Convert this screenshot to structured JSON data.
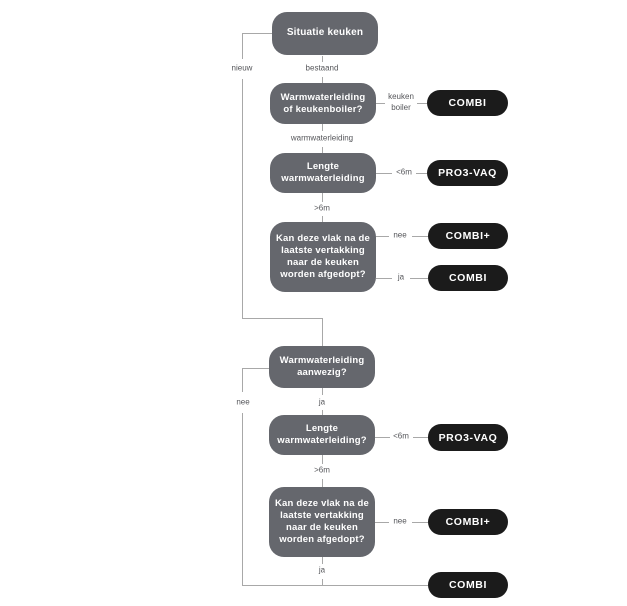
{
  "colors": {
    "node": "#65676d",
    "result": "#1b1b1b",
    "connector": "#a8a8a8",
    "edge_label": "#55565a"
  },
  "top_chart": {
    "root": "Situatie keuken",
    "edge_nieuw": "nieuw",
    "edge_bestaand": "bestaand",
    "q_boiler": "Warmwaterleiding\nof keukenboiler?",
    "edge_keukenboiler": "keuken\nboiler",
    "result_keukenboiler": "COMBI",
    "edge_warmwaterleiding": "warmwaterleiding",
    "q_lengte": "Lengte\nwarmwaterleiding",
    "edge_lt6m": "<6m",
    "result_lt6m": "PRO3-VAQ",
    "edge_gt6m": ">6m",
    "q_afdop": "Kan deze vlak na de\nlaatste vertakking\nnaar de keuken\nworden afgedopt?",
    "edge_nee": "nee",
    "result_nee": "COMBI+",
    "edge_ja": "ja",
    "result_ja": "COMBI"
  },
  "bottom_chart": {
    "q_aanwezig": "Warmwaterleiding\naanwezig?",
    "edge_nee": "nee",
    "edge_ja": "ja",
    "q_lengte": "Lengte\nwarmwaterleiding?",
    "edge_lt6m": "<6m",
    "result_lt6m": "PRO3-VAQ",
    "edge_gt6m": ">6m",
    "q_afdop": "Kan deze vlak na de\nlaatste vertakking\nnaar de keuken\nworden afgedopt?",
    "edge_nee2": "nee",
    "result_nee": "COMBI+",
    "edge_ja2": "ja",
    "result_final": "COMBI"
  }
}
